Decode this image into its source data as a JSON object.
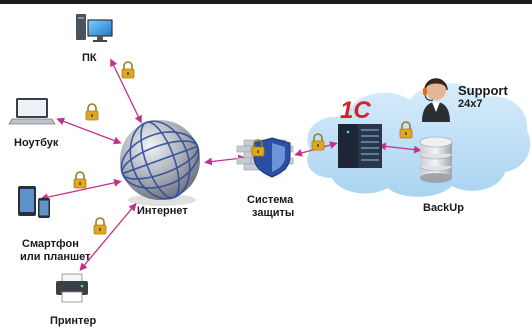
{
  "labels": {
    "pc": "ПК",
    "laptop": "Ноутбук",
    "internet": "Интернет",
    "security_line1": "Система",
    "security_line2": "защиты",
    "smartphone_line1": "Смартфон",
    "smartphone_line2": "или планшет",
    "printer": "Принтер",
    "backup": "BackUp",
    "support": "Support",
    "support_hours": "24x7",
    "logo_1c": "1С"
  },
  "colors": {
    "connection": "#c2328a",
    "cloud": "#bfe0f6",
    "globe": "#9ea4ae",
    "lock": "#e0a820",
    "server": "#1c2635",
    "logo": "#d4202a"
  },
  "icons": [
    "desktop-pc-icon",
    "laptop-icon",
    "smartphone-tablet-icon",
    "printer-icon",
    "globe-icon",
    "firewall-shield-icon",
    "server-rack-icon",
    "database-icon",
    "support-agent-icon",
    "padlock-icon",
    "logo-1c"
  ]
}
